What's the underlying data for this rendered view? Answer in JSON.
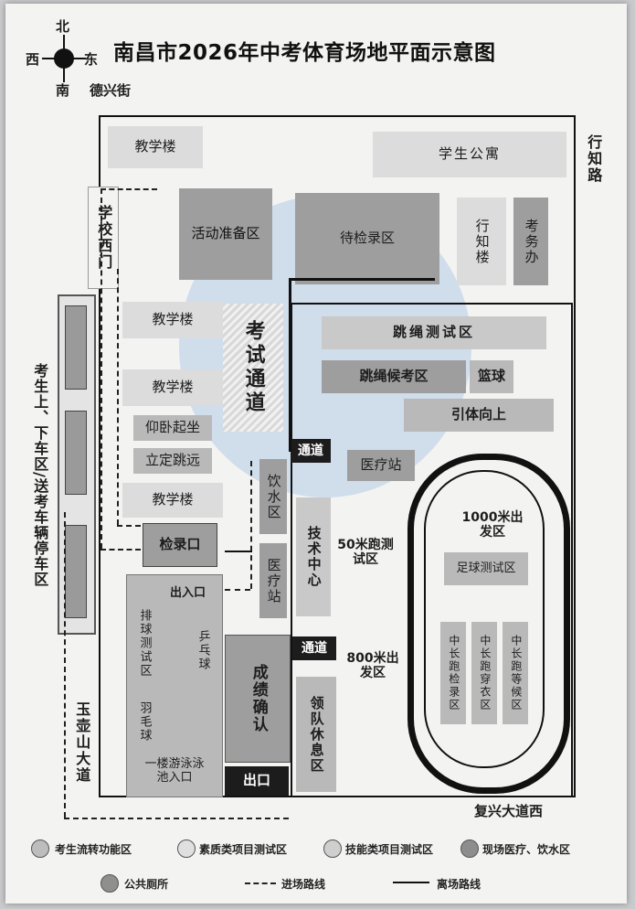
{
  "title": "南昌市2026年中考体育场地平面示意图",
  "compass": {
    "north": "北",
    "south": "南",
    "east": "东",
    "west": "西"
  },
  "streets": {
    "dexing": "德兴街",
    "xingzhi": "行知路",
    "yuhushan": "玉壶山大道",
    "fuxing": "复兴大道西"
  },
  "areas": {
    "teaching_top": "教学楼",
    "dorm": "学生公寓",
    "west_gate": "学校西门",
    "prep_area": "活动准备区",
    "waiting_check": "待检录区",
    "admin": "行知楼",
    "exam_office": "考务办",
    "teaching_2": "教学楼",
    "exam_channel": "考试通道",
    "teaching_3": "教学楼",
    "situp": "仰卧起坐",
    "long_jump": "立定跳远",
    "teaching_4": "教学楼",
    "check_in": "检录口",
    "rope_test": "跳绳测试区",
    "rope_wait": "跳绳候考区",
    "basketball": "篮球",
    "pullup": "引体向上",
    "channel_1": "通道",
    "medical": "医疗站",
    "water": "饮水区",
    "medical_2": "医疗站",
    "tech_center": "技术中心",
    "run50": "50米跑测试区",
    "run1000": "1000米出发区",
    "football": "足球测试区",
    "exit_entrance": "出入口",
    "volleyball": "排球测试区",
    "pingpong": "乒乓球",
    "badminton": "羽毛球",
    "channel_2": "通道",
    "run800": "800米出发区",
    "score_confirm": "成绩确认",
    "leader_rest": "领队休息区",
    "mid_check": "中长跑检录区",
    "mid_wear": "中长跑穿衣区",
    "mid_wait": "中长跑等候区",
    "pool": "一楼游泳泳池入口",
    "exit": "出口",
    "dropoff": "考生上、下车区/送考车辆停车区"
  },
  "legend": {
    "item1": "考生流转功能区",
    "item2": "素质类项目测试区",
    "item3": "技能类项目测试区",
    "item4": "现场医疗、饮水区",
    "item5": "公共厕所",
    "item6": "进场路线",
    "item7": "离场路线"
  },
  "colors": {
    "flow_area": "#bdbdbd",
    "quality_area": "#d6d6d6",
    "skill_area": "#c8c8c8",
    "medical_area": "#a5a5a5",
    "watermark": "#7aa5dc"
  }
}
